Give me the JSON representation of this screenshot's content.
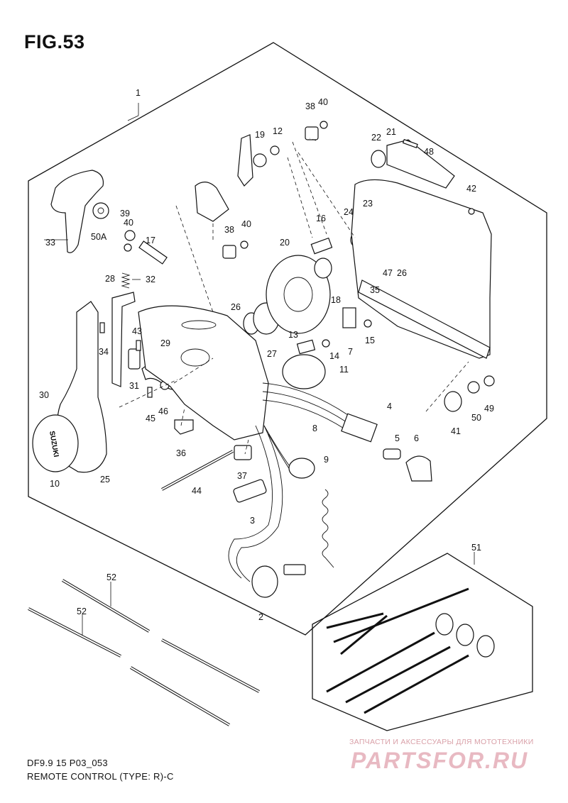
{
  "figure": {
    "title": "FIG.53",
    "footer_code": "DF9.9 15 P03_053",
    "footer_caption": "REMOTE CONTROL (TYPE: R)-C"
  },
  "watermark": {
    "tagline": "ЗАПЧАСТИ И АКСЕССУАРЫ ДЛЯ МОТОТЕХНИКИ",
    "logo": "PARTSFOR.RU",
    "color": "#e8b9c2"
  },
  "brand_badge": "SUZUKI",
  "callouts": [
    "1",
    "2",
    "3",
    "4",
    "5",
    "6",
    "7",
    "8",
    "9",
    "10",
    "11",
    "12",
    "13",
    "14",
    "15",
    "16",
    "17",
    "18",
    "19",
    "20",
    "21",
    "22",
    "23",
    "24",
    "25",
    "26",
    "26",
    "27",
    "28",
    "29",
    "30",
    "31",
    "32",
    "33",
    "34",
    "35",
    "36",
    "37",
    "38",
    "38",
    "39",
    "40",
    "40",
    "40",
    "41",
    "42",
    "43",
    "44",
    "45",
    "46",
    "47",
    "48",
    "49",
    "50",
    "50A",
    "51",
    "52",
    "52"
  ]
}
